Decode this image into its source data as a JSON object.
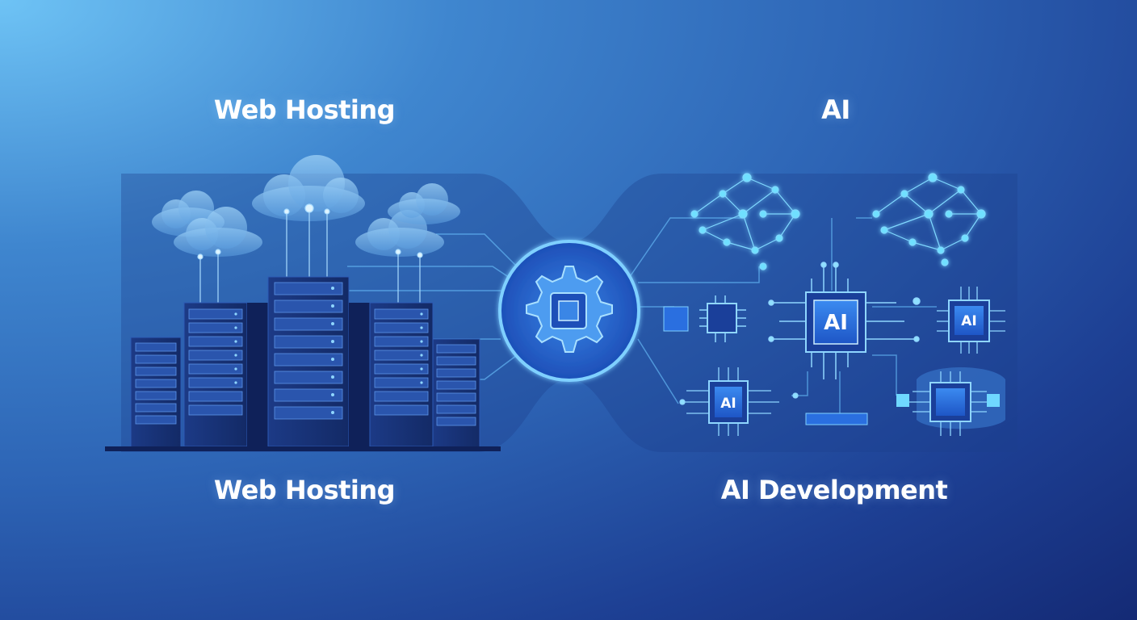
{
  "labels": {
    "top_left": "Web Hosting",
    "top_right": "AI",
    "bottom_left": "Web Hosting",
    "bottom_right": "AI Development"
  },
  "chips": {
    "main": "AI",
    "right": "AI",
    "lower_left": "AI"
  },
  "icons": {
    "left_group": "server-rack-icon",
    "clouds": "cloud-icon",
    "center": "gear-chip-icon",
    "brains": "neural-brain-icon"
  },
  "colors": {
    "glow": "#5fd0ff",
    "chip_fill": "#2a6fe0",
    "rack_dark": "#1a2f70"
  }
}
